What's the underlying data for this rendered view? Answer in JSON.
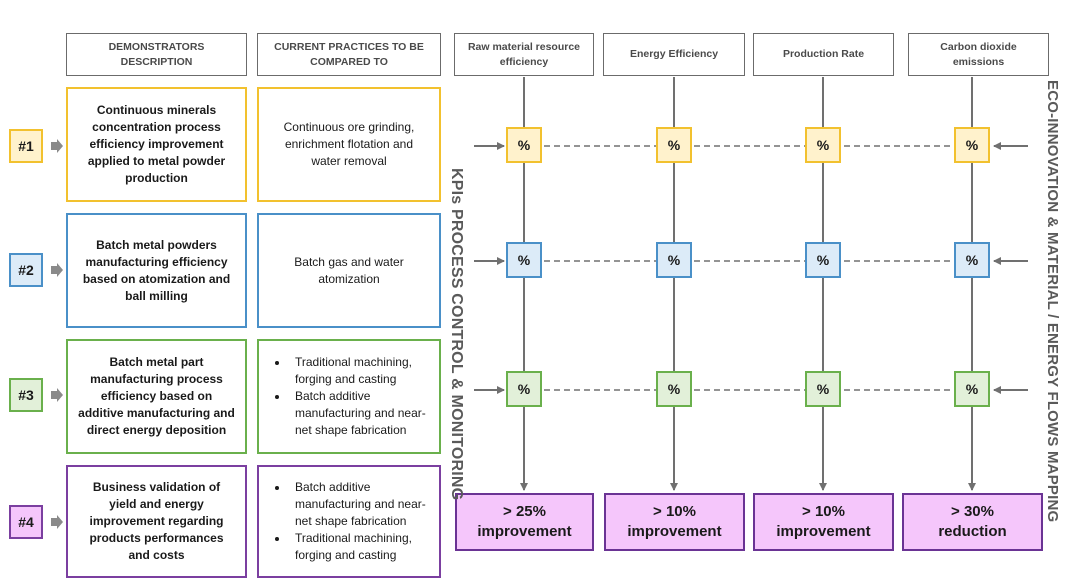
{
  "columns": {
    "demonstrators": "DEMONSTRATORS DESCRIPTION",
    "practices": "CURRENT PRACTICES TO BE COMPARED TO"
  },
  "kpis": [
    {
      "label": "Raw material resource efficiency",
      "target_line1": "> 25%",
      "target_line2": "improvement"
    },
    {
      "label": "Energy Efficiency",
      "target_line1": "> 10%",
      "target_line2": "improvement"
    },
    {
      "label": "Production Rate",
      "target_line1": "> 10%",
      "target_line2": "improvement"
    },
    {
      "label": "Carbon dioxide emissions",
      "target_line1": "> 30%",
      "target_line2": "reduction"
    }
  ],
  "demonstrators": [
    {
      "id": "#1",
      "color": "#f2c12e",
      "description": "Continuous minerals concentration process efficiency improvement applied to metal powder production",
      "practice": "Continuous ore grinding, enrichment flotation and water removal"
    },
    {
      "id": "#2",
      "color": "#4a90c8",
      "description": "Batch metal powders manufacturing efficiency based on atomization and ball milling",
      "practice": "Batch gas and water atomization"
    },
    {
      "id": "#3",
      "color": "#6ab04c",
      "description": "Batch metal part manufacturing process efficiency based on additive manufacturing and direct energy deposition",
      "practice_items": [
        "Traditional machining, forging and casting",
        "Batch additive manufacturing and near-net shape fabrication"
      ]
    },
    {
      "id": "#4",
      "color": "#7b3fa0",
      "description": "Business validation of yield and energy improvement regarding products performances and costs",
      "practice_items": [
        "Batch additive manufacturing and near-net shape fabrication",
        "Traditional machining, forging and casting"
      ]
    }
  ],
  "cell_symbol": "%",
  "side_labels": {
    "left": "KPIs PROCESS CONTROL & MONITORING",
    "right": "ECO-INNOVATION & MATERIAL / ENERGY FLOWS MAPPING"
  }
}
